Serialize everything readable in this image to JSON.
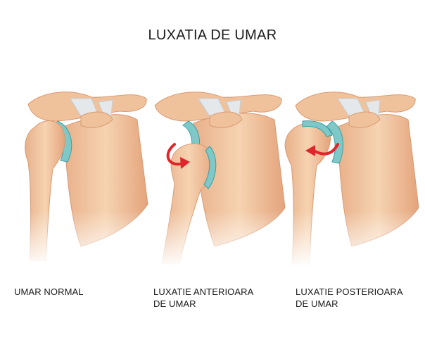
{
  "title": "LUXATIA DE UMAR",
  "panels": [
    {
      "caption": "UMAR NORMAL",
      "state": "normal"
    },
    {
      "caption": "LUXATIE ANTERIOARA\nDE UMAR",
      "state": "anterior",
      "arrow": "red-curved-arrow"
    },
    {
      "caption": "LUXATIE POSTERIOARA\nDE UMAR",
      "state": "posterior",
      "arrow": "red-curved-arrow"
    }
  ],
  "colors": {
    "bone": "#f2c6a0",
    "bone_shadow": "#d99a72",
    "cartilage": "#7fc8c8",
    "cartilage_dark": "#3d9ea3",
    "ligament": "#e4e8ea",
    "arrow": "#e0262b",
    "text": "#1a1a1a"
  }
}
